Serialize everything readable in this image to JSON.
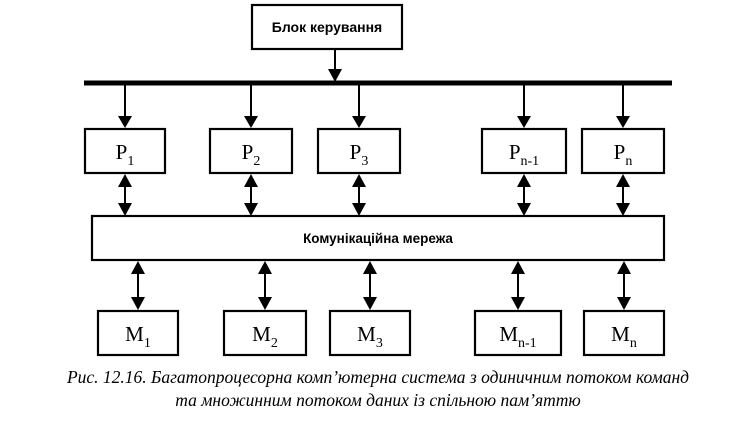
{
  "control_unit": {
    "label": "Блок керування"
  },
  "network": {
    "label": "Комунікаційна мережа"
  },
  "processors": [
    {
      "base": "P",
      "sub": "1"
    },
    {
      "base": "P",
      "sub": "2"
    },
    {
      "base": "P",
      "sub": "3"
    },
    {
      "base": "P",
      "sub": "n-1"
    },
    {
      "base": "P",
      "sub": "n"
    }
  ],
  "memories": [
    {
      "base": "M",
      "sub": "1"
    },
    {
      "base": "M",
      "sub": "2"
    },
    {
      "base": "M",
      "sub": "3"
    },
    {
      "base": "M",
      "sub": "n-1"
    },
    {
      "base": "M",
      "sub": "n"
    }
  ],
  "caption": {
    "line1": "Рис. 12.16. Багатопроцесорна комп’ютерна система з одиничним потоком команд",
    "line2": "та множинним потоком даних із спільною пам’яттю"
  }
}
